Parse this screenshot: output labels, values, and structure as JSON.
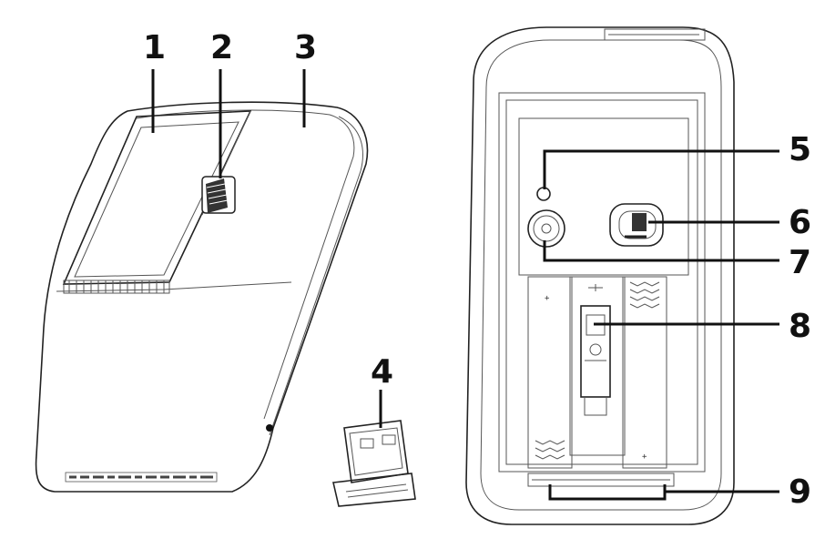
{
  "callouts": {
    "c1": "1",
    "c2": "2",
    "c3": "3",
    "c4": "4",
    "c5": "5",
    "c6": "6",
    "c7": "7",
    "c8": "8",
    "c9": "9"
  },
  "small_marks": {
    "battery_plus_left": "+",
    "battery_plus_right": "+"
  },
  "colors": {
    "line": "#222222",
    "scroll_wheel": "#333333"
  }
}
